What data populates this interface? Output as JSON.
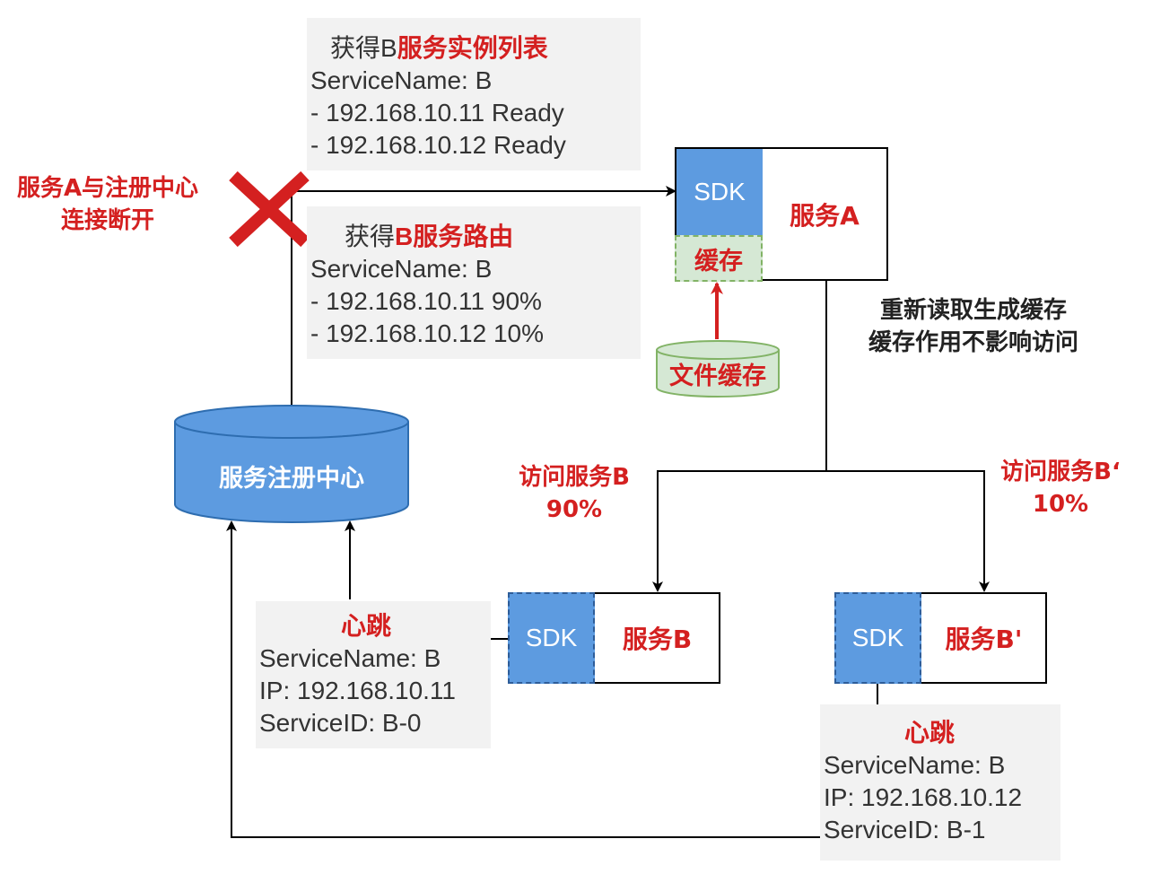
{
  "note_top": {
    "title_prefix": "获得B",
    "title_highlight": "服务实例列表",
    "lines": [
      "ServiceName: B",
      "- 192.168.10.11 Ready",
      "- 192.168.10.12 Ready"
    ]
  },
  "note_route": {
    "title_prefix": "获得",
    "title_highlight": "B服务路由",
    "lines": [
      "ServiceName: B",
      "- 192.168.10.11 90%",
      "- 192.168.10.12 10%"
    ]
  },
  "disconnect_label": [
    "服务A与注册中心",
    "连接断开"
  ],
  "service_a": {
    "sdk": "SDK",
    "name": "服务A",
    "cache": "缓存"
  },
  "file_cache": "文件缓存",
  "regen_label": [
    "重新读取生成缓存",
    "缓存作用不影响访问"
  ],
  "registry": "服务注册中心",
  "access_b": [
    "访问服务B",
    "90%"
  ],
  "access_b2": [
    "访问服务B‘",
    "10%"
  ],
  "service_b": {
    "sdk": "SDK",
    "name": "服务B"
  },
  "service_b2": {
    "sdk": "SDK",
    "name": "服务B'"
  },
  "heartbeat_b": {
    "title": "心跳",
    "lines": [
      "ServiceName: B",
      "IP: 192.168.10.11",
      "ServiceID: B-0"
    ]
  },
  "heartbeat_b2": {
    "title": "心跳",
    "lines": [
      "ServiceName: B",
      "IP: 192.168.10.12",
      "ServiceID: B-1"
    ]
  },
  "colors": {
    "red": "#d42020",
    "blue": "#5d9be0",
    "green_fill": "#d5e8d4",
    "green_border": "#82b366"
  }
}
